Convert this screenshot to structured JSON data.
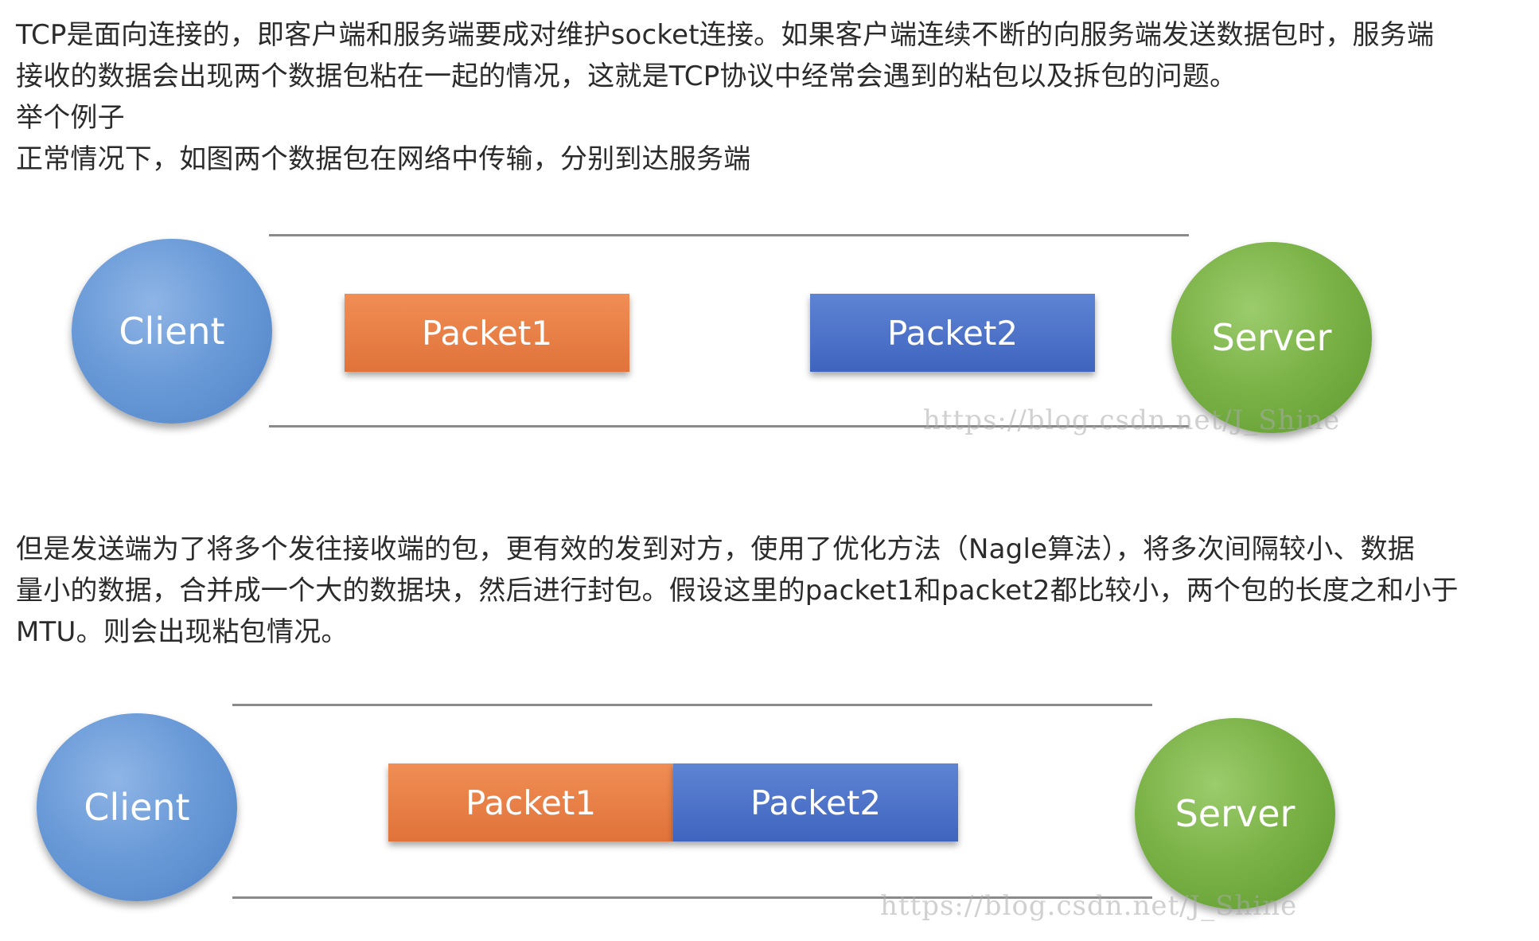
{
  "paragraphs": {
    "intro": [
      "TCP是面向连接的，即客户端和服务端要成对维护socket连接。如果客户端连续不断的向服务端发送数据包时，服务端",
      "接收的数据会出现两个数据包粘在一起的情况，这就是TCP协议中经常会遇到的粘包以及拆包的问题。",
      "举个例子",
      "正常情况下，如图两个数据包在网络中传输，分别到达服务端"
    ],
    "nagle": [
      "但是发送端为了将多个发往接收端的包，更有效的发到对方，使用了优化方法（Nagle算法），将多次间隔较小、数据",
      "量小的数据，合并成一个大的数据块，然后进行封包。假设这里的packet1和packet2都比较小，两个包的长度之和小于",
      "MTU。则会出现粘包情况。"
    ]
  },
  "diagram1": {
    "client_label": "Client",
    "server_label": "Server",
    "packet1_label": "Packet1",
    "packet2_label": "Packet2",
    "watermark": "https://blog.csdn.net/J_Shine"
  },
  "diagram2": {
    "client_label": "Client",
    "server_label": "Server",
    "packet1_label": "Packet1",
    "packet2_label": "Packet2",
    "watermark": "https://blog.csdn.net/J_Shine"
  },
  "colors": {
    "client": "#6b9bd8",
    "server": "#7cb348",
    "packet1": "#e57c41",
    "packet2": "#4a6fc7"
  }
}
